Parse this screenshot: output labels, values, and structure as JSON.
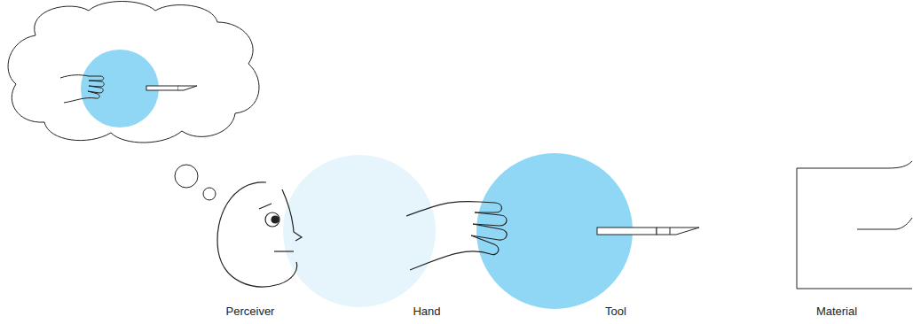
{
  "diagram": {
    "labels": [
      "Perceiver",
      "Hand",
      "Tool",
      "Material"
    ]
  }
}
